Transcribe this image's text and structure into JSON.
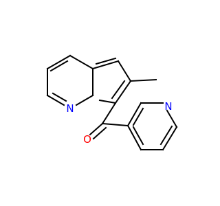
{
  "molecule": {
    "atoms": {
      "ring_nitrogen": {
        "label": "N",
        "color": "#0000ff"
      },
      "pyridine_nitrogen": {
        "label": "N",
        "color": "#0000ff"
      },
      "carbonyl_oxygen": {
        "label": "O",
        "color": "#ff0000"
      }
    },
    "bond_color": "#000000"
  }
}
